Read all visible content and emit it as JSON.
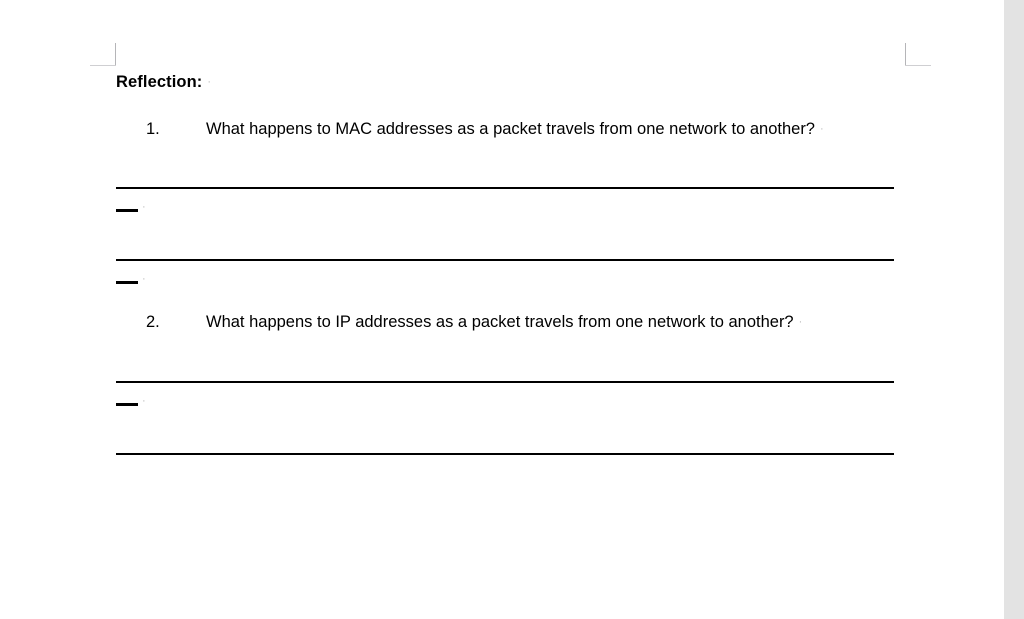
{
  "document": {
    "heading": {
      "text": "Reflection:",
      "paragraph_mark": "·"
    },
    "questions": [
      {
        "number": "1.",
        "text": "What happens to MAC addresses as a packet travels from one network to another?",
        "paragraph_mark": "·"
      },
      {
        "number": "2.",
        "text": "What happens to IP addresses as a packet travels from one network to another?",
        "paragraph_mark": "·"
      }
    ],
    "answer_dashes": [
      {
        "paragraph_mark": "·"
      },
      {
        "paragraph_mark": "·"
      },
      {
        "paragraph_mark": "·"
      }
    ],
    "colors": {
      "text": "#000000",
      "rule": "#000000",
      "margin_mark": "#b5b5b8",
      "paragraph_mark": "#b9b9b9",
      "page_background": "#ffffff",
      "gutter_background": "#e3e3e3"
    }
  }
}
